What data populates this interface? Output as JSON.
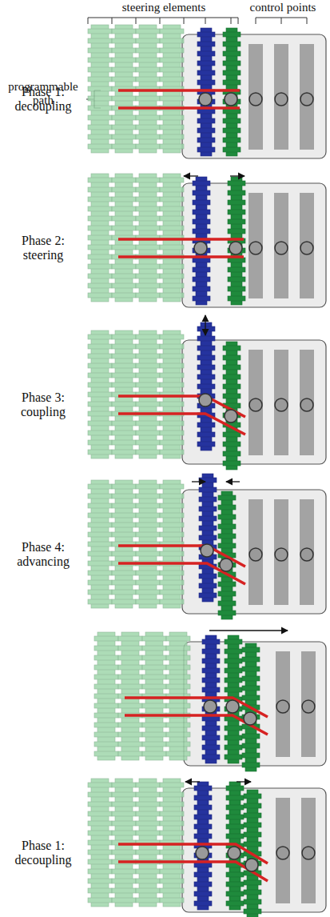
{
  "diagram": {
    "labels": [
      "steering elements",
      "control points",
      "programmable path",
      "Phase 1: decoupling",
      "Phase 2: steering",
      "Phase 3: coupling",
      "Phase 4: advancing",
      "Phase 1: decoupling"
    ]
  }
}
